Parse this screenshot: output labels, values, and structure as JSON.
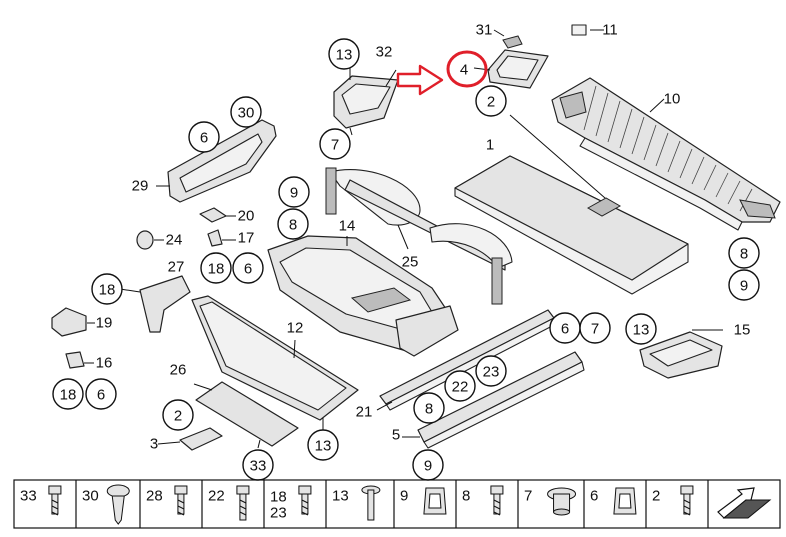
{
  "diagram": {
    "highlight_color": "#e01f2a",
    "highlighted_callout": "4",
    "callouts_circled": [
      {
        "id": "c-13-top",
        "label": "13"
      },
      {
        "id": "c-7-top",
        "label": "7"
      },
      {
        "id": "c-2-top",
        "label": "2"
      },
      {
        "id": "c-30",
        "label": "30"
      },
      {
        "id": "c-6-top",
        "label": "6"
      },
      {
        "id": "c-9-mid",
        "label": "9"
      },
      {
        "id": "c-8-mid",
        "label": "8"
      },
      {
        "id": "c-18-mid",
        "label": "18"
      },
      {
        "id": "c-6-mid",
        "label": "6"
      },
      {
        "id": "c-18-left",
        "label": "18"
      },
      {
        "id": "c-18-low",
        "label": "18"
      },
      {
        "id": "c-6-low",
        "label": "6"
      },
      {
        "id": "c-2-low",
        "label": "2"
      },
      {
        "id": "c-13-low",
        "label": "13"
      },
      {
        "id": "c-33-low",
        "label": "33"
      },
      {
        "id": "c-22",
        "label": "22"
      },
      {
        "id": "c-23",
        "label": "23"
      },
      {
        "id": "c-8-low",
        "label": "8"
      },
      {
        "id": "c-9-low",
        "label": "9"
      },
      {
        "id": "c-6-right",
        "label": "6"
      },
      {
        "id": "c-7-right",
        "label": "7"
      },
      {
        "id": "c-13-right",
        "label": "13"
      },
      {
        "id": "c-8-right",
        "label": "8"
      },
      {
        "id": "c-9-right",
        "label": "9"
      }
    ],
    "callouts_plain": [
      {
        "id": "p-32",
        "label": "32"
      },
      {
        "id": "p-31",
        "label": "31"
      },
      {
        "id": "p-11",
        "label": "11"
      },
      {
        "id": "p-10",
        "label": "10"
      },
      {
        "id": "p-1",
        "label": "1"
      },
      {
        "id": "p-29",
        "label": "29"
      },
      {
        "id": "p-20",
        "label": "20"
      },
      {
        "id": "p-24",
        "label": "24"
      },
      {
        "id": "p-17",
        "label": "17"
      },
      {
        "id": "p-14",
        "label": "14"
      },
      {
        "id": "p-25",
        "label": "25"
      },
      {
        "id": "p-27",
        "label": "27"
      },
      {
        "id": "p-19",
        "label": "19"
      },
      {
        "id": "p-16",
        "label": "16"
      },
      {
        "id": "p-12",
        "label": "12"
      },
      {
        "id": "p-26",
        "label": "26"
      },
      {
        "id": "p-3",
        "label": "3"
      },
      {
        "id": "p-21",
        "label": "21"
      },
      {
        "id": "p-5",
        "label": "5"
      },
      {
        "id": "p-15",
        "label": "15"
      }
    ],
    "legend_strip": [
      {
        "id": "l-33",
        "label": "33",
        "icon": "bolt-icon"
      },
      {
        "id": "l-30",
        "label": "30",
        "icon": "clip-icon"
      },
      {
        "id": "l-28",
        "label": "28",
        "icon": "screw-icon"
      },
      {
        "id": "l-22",
        "label": "22",
        "icon": "long-bolt-icon"
      },
      {
        "id": "l-18-23",
        "label": "18",
        "label2": "23",
        "icon": "flange-screw-icon"
      },
      {
        "id": "l-13",
        "label": "13",
        "icon": "rivet-icon"
      },
      {
        "id": "l-9",
        "label": "9",
        "icon": "clamp-nut-icon"
      },
      {
        "id": "l-8",
        "label": "8",
        "icon": "hex-bolt-icon"
      },
      {
        "id": "l-7",
        "label": "7",
        "icon": "grommet-icon"
      },
      {
        "id": "l-6",
        "label": "6",
        "icon": "spring-clip-icon"
      },
      {
        "id": "l-2",
        "label": "2",
        "icon": "pan-screw-icon"
      },
      {
        "id": "l-arrow",
        "label": "",
        "icon": "direction-arrow-icon"
      }
    ]
  }
}
